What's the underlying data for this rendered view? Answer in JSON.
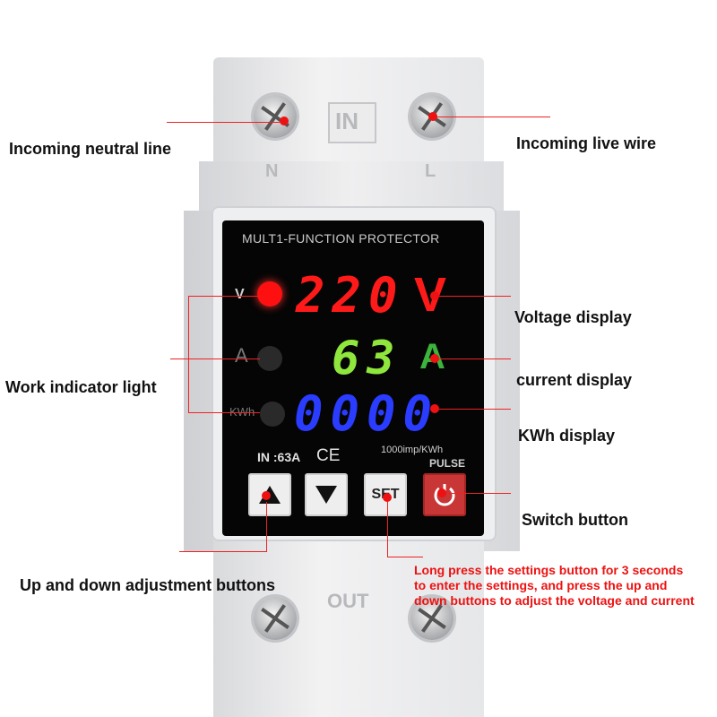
{
  "device": {
    "terminal_top": "IN",
    "terminal_bottom": "OUT",
    "neutral_mark": "N",
    "live_mark": "L",
    "panel_title": "MULT1-FUNCTION PROTECTOR",
    "row_voltage": {
      "label": "V",
      "digits": "220",
      "unit": "V",
      "color": "#ff1a1a"
    },
    "row_current": {
      "label": "A",
      "digits": "63",
      "unit": "A",
      "color": "#8fe63c"
    },
    "row_energy": {
      "label": "KWh",
      "digits": "0000",
      "unit": "",
      "color": "#2a3cff"
    },
    "rating": "IN :63A",
    "ce_mark": "CE",
    "pulse_rate": "1000imp/KWh",
    "pulse_label": "PULSE",
    "set_label": "SET"
  },
  "annotations": {
    "neutral": "Incoming neutral line",
    "live": "Incoming live wire",
    "voltage": "Voltage display",
    "current": "current display",
    "work_light": "Work indicator light",
    "kwh": "KWh display",
    "switch": "Switch button",
    "updown": "Up and down adjustment buttons",
    "settings_note": [
      "Long press the settings button for 3 seconds",
      "to enter the settings, and press the up and",
      "down buttons to adjust the voltage and current"
    ]
  },
  "colors": {
    "annotation_line": "#ee2222",
    "power_button": "#c83636"
  },
  "icons": {
    "up": "triangle-up-icon",
    "down": "triangle-down-icon",
    "power": "power-icon"
  }
}
